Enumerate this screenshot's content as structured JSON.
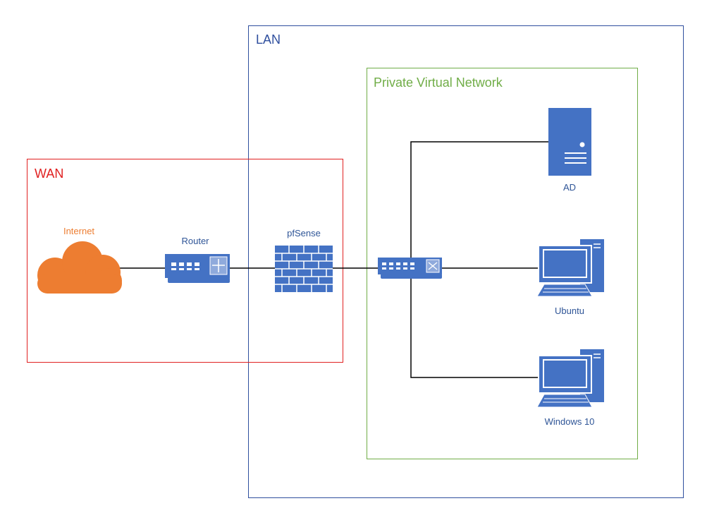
{
  "zones": {
    "wan": {
      "title": "WAN",
      "color": "#e02020"
    },
    "lan": {
      "title": "LAN",
      "color": "#2f4f9e"
    },
    "private": {
      "title": "Private Virtual Network",
      "color": "#70ad47"
    }
  },
  "nodes": {
    "internet": {
      "label": "Internet",
      "color": "#ed7d31"
    },
    "router": {
      "label": "Router"
    },
    "pfsense": {
      "label": "pfSense"
    },
    "ad": {
      "label": "AD"
    },
    "ubuntu": {
      "label": "Ubuntu"
    },
    "windows": {
      "label": "Windows 10"
    }
  },
  "colors": {
    "device": "#4472c4",
    "line": "#000000",
    "label": "#2f5597"
  }
}
